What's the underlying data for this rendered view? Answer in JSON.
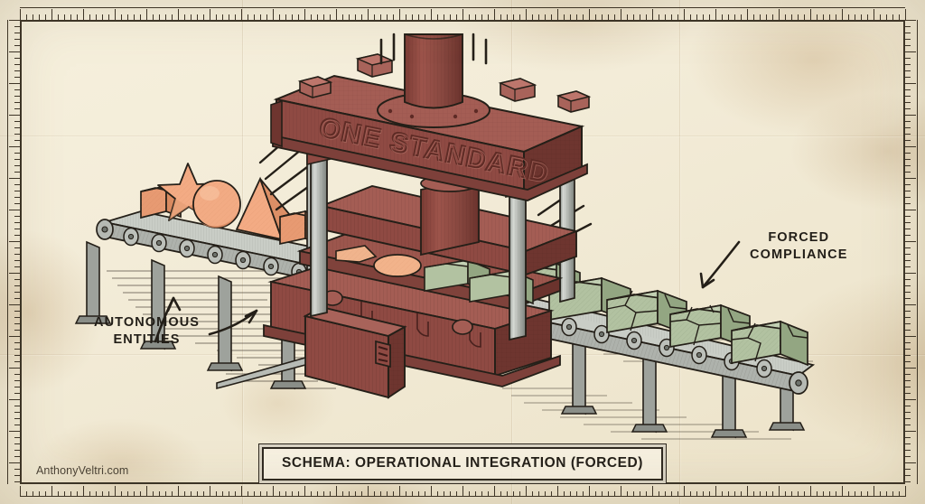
{
  "document": {
    "title_plate": "SCHEMA: OPERATIONAL INTEGRATION (FORCED)",
    "credit": "AnthonyVeltri.com",
    "medium": "aged-paper-technical-illustration",
    "frame": {
      "style": "ruler-ticked-border",
      "ink_color": "#3a3226"
    }
  },
  "annotations": {
    "left": {
      "line1": "AUTONOMOUS",
      "line2": "ENTITIES",
      "arrows": 2,
      "points_to": "input-conveyor"
    },
    "right": {
      "line1": "FORCED",
      "line2": "COMPLIANCE",
      "arrows": 1,
      "points_to": "output-conveyor"
    }
  },
  "machine": {
    "name": "hydraulic-press",
    "embossed_label": "ONE STANDARD",
    "body_color": "#8f4a43",
    "column_color": "#b9bcb6",
    "parts": {
      "crown_beam": "ONE STANDARD",
      "ram_cylinder": "vertical-piston",
      "platen": "upper-die",
      "bed": "base-block",
      "motor_housing": "side-drive-unit",
      "lever_rod": "control-rod",
      "bolts": 4,
      "columns": 4
    },
    "impact_marks": {
      "left": true,
      "right": true,
      "top": true
    }
  },
  "input_conveyor": {
    "name": "input-conveyor",
    "label": "AUTONOMOUS ENTITIES",
    "item_color": "#f0a882",
    "belt_color": "#c9cdc6",
    "legs": 4,
    "rollers": 9,
    "items": [
      {
        "shape": "cube",
        "state": "intact"
      },
      {
        "shape": "star",
        "state": "intact"
      },
      {
        "shape": "sphere",
        "state": "intact"
      },
      {
        "shape": "pyramid",
        "state": "intact"
      },
      {
        "shape": "cube",
        "state": "intact"
      }
    ]
  },
  "press_zone": {
    "name": "crush-zone",
    "items": [
      {
        "shape": "flattened-star",
        "state": "crushed",
        "color": "#f0a882"
      },
      {
        "shape": "flattened-sphere",
        "state": "crushed",
        "color": "#f0a882"
      }
    ]
  },
  "output_conveyor": {
    "name": "output-conveyor",
    "label": "FORCED COMPLIANCE",
    "item_color": "#aabc99",
    "belt_color": "#c9cdc6",
    "legs": 4,
    "rollers": 10,
    "items": [
      {
        "shape": "block",
        "state": "standardized",
        "cracks": 0
      },
      {
        "shape": "block",
        "state": "standardized",
        "cracks": 0
      },
      {
        "shape": "block",
        "state": "standardized",
        "cracks": 3
      },
      {
        "shape": "block",
        "state": "standardized",
        "cracks": 4
      },
      {
        "shape": "block",
        "state": "standardized",
        "cracks": 2
      }
    ]
  },
  "palette": {
    "paper": "#f3ecd8",
    "ink": "#241f18",
    "press_red": "#8f4a43",
    "press_red_dark": "#6e352f",
    "press_red_light": "#a45d54",
    "steel": "#b9bcb6",
    "orange": "#f0a882",
    "orange_dark": "#d98a60",
    "green": "#aabc99",
    "green_dark": "#8fa57d"
  }
}
